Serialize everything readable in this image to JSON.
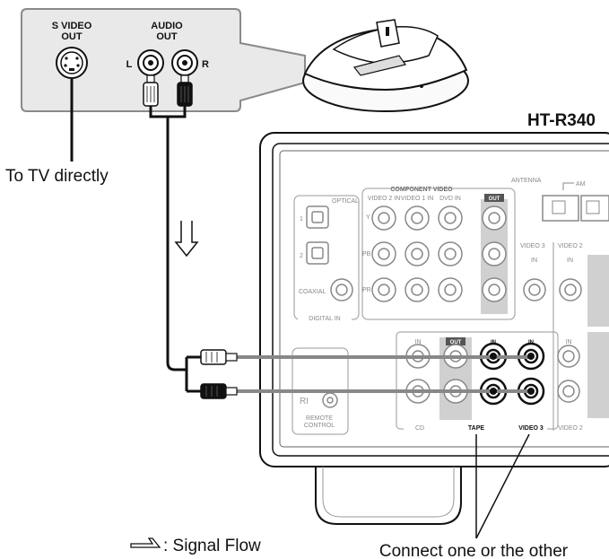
{
  "model": "HT-R340",
  "dock_panel": {
    "svideo_label_line1": "S VIDEO",
    "svideo_label_line2": "OUT",
    "audio_label_line1": "AUDIO",
    "audio_label_line2": "OUT",
    "left": "L",
    "right": "R"
  },
  "to_tv": "To TV directly",
  "legend": {
    "text": ": Signal Flow"
  },
  "note": "Connect one or the other",
  "receiver": {
    "antenna": "ANTENNA",
    "am": "AM",
    "component_video": "COMPONENT VIDEO",
    "comp_cols": [
      "VIDEO 2 IN",
      "VIDEO 1 IN",
      "DVD IN",
      "OUT"
    ],
    "comp_rows": [
      "Y",
      "PB",
      "PR"
    ],
    "optical": "OPTICAL",
    "coaxial": "COAXIAL",
    "digital_in": "DIGITAL IN",
    "opt_nums": [
      "1",
      "2"
    ],
    "video3": "VIDEO 3",
    "video2": "VIDEO 2",
    "in": "IN",
    "out": "OUT",
    "cd": "CD",
    "tape": "TAPE",
    "remote_control_1": "REMOTE",
    "remote_control_2": "CONTROL",
    "ri": "RI"
  }
}
